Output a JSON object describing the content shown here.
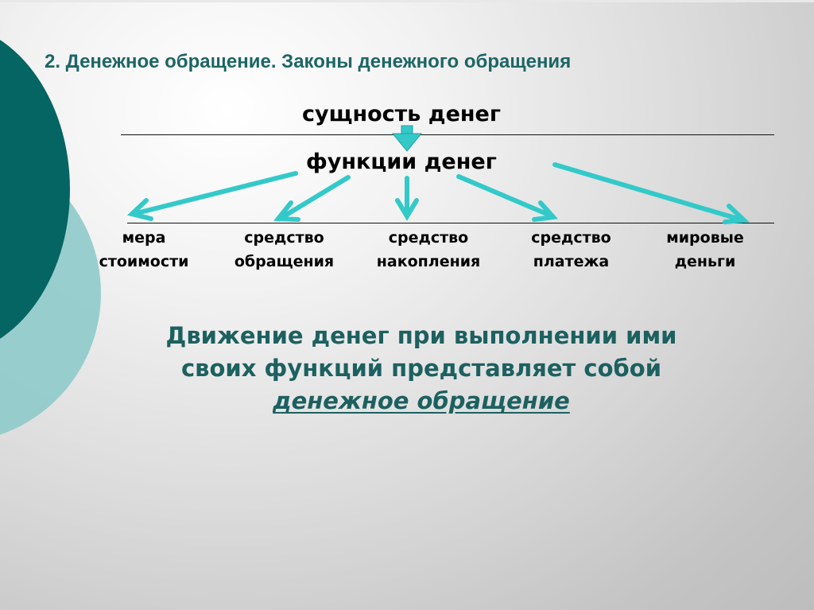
{
  "slide": {
    "title": "2. Денежное обращение. Законы денежного обращения",
    "diagram": {
      "essence": "сущность денег",
      "functions_heading": "функции денег",
      "functions": [
        {
          "line1": "мера",
          "line2": "стоимости"
        },
        {
          "line1": "средство",
          "line2": "обращения"
        },
        {
          "line1": "средство",
          "line2": "накопления"
        },
        {
          "line1": "средство",
          "line2": "платежа"
        },
        {
          "line1": "мировые",
          "line2": "деньги"
        }
      ],
      "arrow_color": "#33c9c9"
    },
    "summary": {
      "line1": "Движение денег при выполнении ими",
      "line2": "своих функций представляет собой",
      "term": "денежное обращение"
    },
    "colors": {
      "accent_dark": "#046563",
      "accent_light": "#8fcaca",
      "title_text": "#1d6565"
    }
  }
}
